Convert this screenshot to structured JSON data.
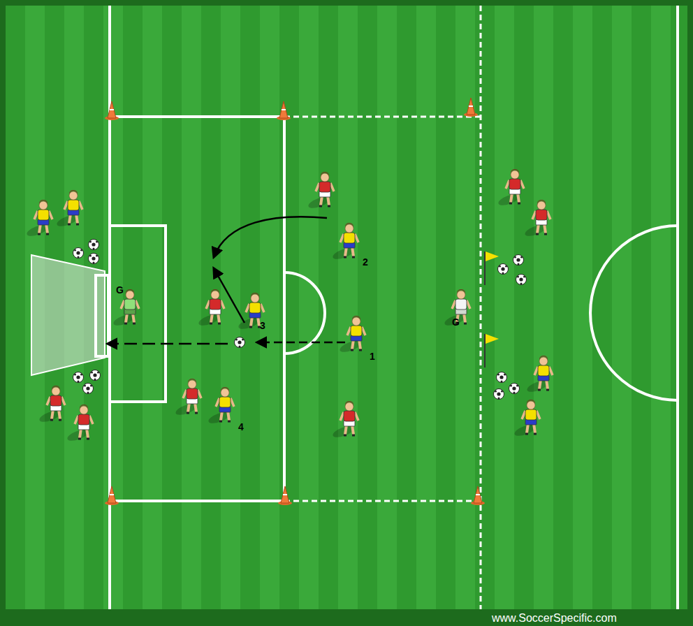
{
  "diagram": {
    "labels": [
      "G",
      "2",
      "3",
      "1",
      "4",
      "G",
      "www.SoccerSpecific.com"
    ]
  }
}
